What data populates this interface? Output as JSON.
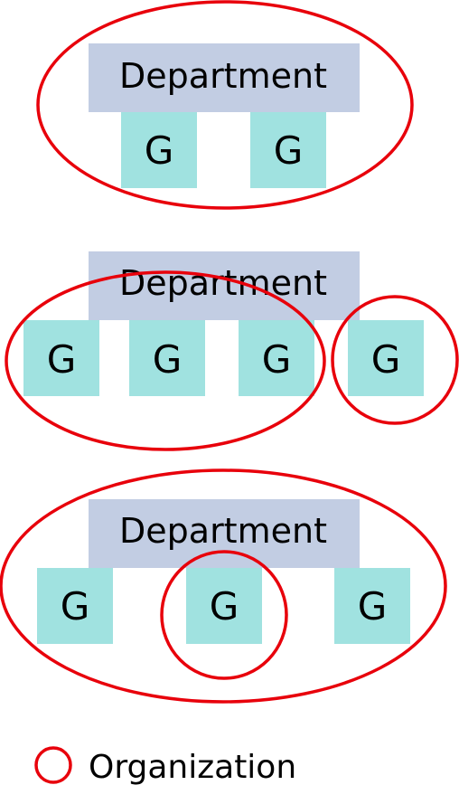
{
  "colors": {
    "department": "#c2cde3",
    "group": "#a0e2e0",
    "organization": "#e8000b"
  },
  "labels": {
    "department": "Department",
    "group": "G"
  },
  "legend": {
    "label": "Organization"
  },
  "panels": [
    {
      "name": "panel-1",
      "groups": 2,
      "organizations": [
        {
          "name": "org-panel-1-all",
          "members": "department and 2 groups"
        }
      ]
    },
    {
      "name": "panel-2",
      "groups": 4,
      "organizations": [
        {
          "name": "org-panel-2-left",
          "members": "3 groups"
        },
        {
          "name": "org-panel-2-right",
          "members": "1 group"
        }
      ]
    },
    {
      "name": "panel-3",
      "groups": 3,
      "organizations": [
        {
          "name": "org-panel-3-all",
          "members": "department and 3 groups"
        },
        {
          "name": "org-panel-3-middle",
          "members": "1 group"
        }
      ]
    }
  ]
}
